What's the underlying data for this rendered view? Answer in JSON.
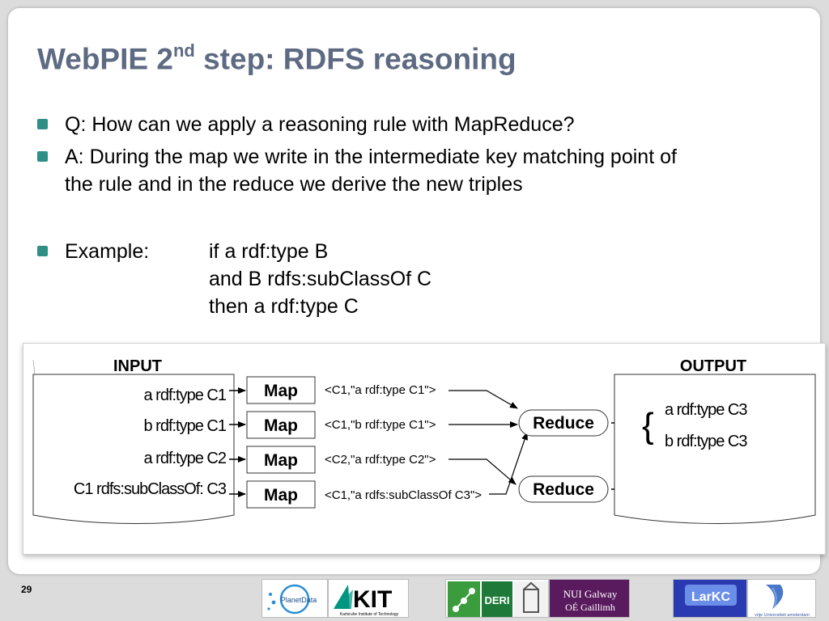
{
  "slide": {
    "title_main": "WebPIE 2",
    "title_sup": "nd",
    "title_rest": " step: RDFS reasoning",
    "bullets": [
      {
        "text": "Q: How can we apply a reasoning rule with MapReduce?"
      },
      {
        "line1": "A: During the map we write in the intermediate key matching point of",
        "line2": "the rule and in the reduce we derive the new triples"
      },
      {
        "text": "Example:"
      }
    ],
    "rule_lines": [
      "if  a rdf:type B",
      "and B rdfs:subClassOf C",
      "then a rdf:type C"
    ],
    "page_number": "29"
  },
  "diagram": {
    "input_label": "INPUT",
    "output_label": "OUTPUT",
    "inputs": [
      "a rdf:type C1",
      "b rdf:type C1",
      "a rdf:type C2",
      "C1 rdfs:subClassOf: C3"
    ],
    "map_label": "Map",
    "pairs": [
      "<C1,\"a rdf:type C1\">",
      "<C1,\"b rdf:type C1\">",
      "<C2,\"a rdf:type C2\">",
      "<C1,\"a rdfs:subClassOf C3\">"
    ],
    "reduce_label": "Reduce",
    "outputs": [
      "a rdf:type C3",
      "b rdf:type C3"
    ],
    "brace": "{"
  },
  "logos": [
    {
      "name": "PlanetData"
    },
    {
      "name": "KIT",
      "subtitle": "Karlsruhe Institute of Technology"
    },
    {
      "name": "DERI"
    },
    {
      "name": "NUI Galway",
      "subtitle": "OÉ Gaillimh"
    },
    {
      "name": "LarKC"
    },
    {
      "name": "vrije Universiteit amsterdam"
    }
  ],
  "colors": {
    "title": "#5d6a82",
    "bullet": "#2f8f86",
    "nui": "#5a1a5e",
    "deri_green": "#3a9c3c",
    "larkc": "#2a3ab0"
  }
}
